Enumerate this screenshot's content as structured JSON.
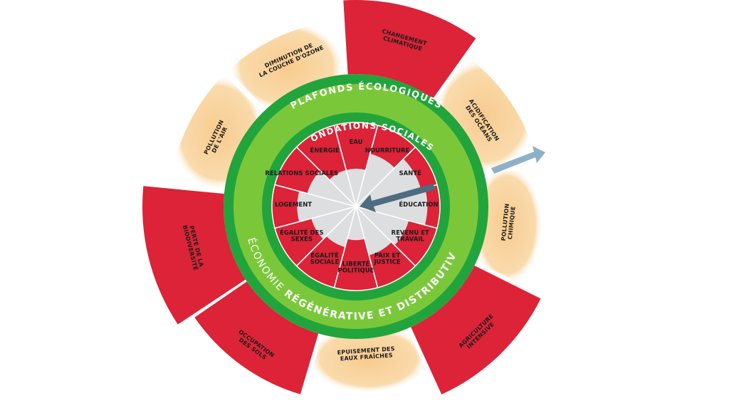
{
  "diagram": {
    "outer_ring_title": "PLAFONDS ÉCOLOGIQUES",
    "inner_ring_title": "FONDATIONS SOCIALES",
    "middle_band_label_1": "ÉCONOMIE",
    "middle_band_label_2": "RÉGÉNÉRATIVE ET DISTRIBUTIVE",
    "ecological_ceilings": [
      {
        "lines": [
          "CHANGEMENT",
          "CLIMATIQUE"
        ],
        "status": "overshoot"
      },
      {
        "lines": [
          "ACIDIFICATION",
          "DES OCÉANS"
        ],
        "status": "within"
      },
      {
        "lines": [
          "POLLUTION",
          "CHIMIQUE"
        ],
        "status": "within"
      },
      {
        "lines": [
          "AGRICULTURE",
          "INTENSIVE"
        ],
        "status": "overshoot"
      },
      {
        "lines": [
          "EPUISEMENT DES",
          "EAUX FRAÎCHES"
        ],
        "status": "within"
      },
      {
        "lines": [
          "OCCUPATION",
          "DES SOLS"
        ],
        "status": "overshoot"
      },
      {
        "lines": [
          "PERTE DE LA",
          "BIODIVERSITÉ"
        ],
        "status": "overshoot"
      },
      {
        "lines": [
          "POLLUTION",
          "DE L'AIR"
        ],
        "status": "within"
      },
      {
        "lines": [
          "DIMINUTION DE",
          "LA COUCHE D'OZONE"
        ],
        "status": "within"
      }
    ],
    "social_foundations": [
      {
        "lines": [
          "EAU"
        ]
      },
      {
        "lines": [
          "NOURRITURE"
        ]
      },
      {
        "lines": [
          "SANTÉ"
        ]
      },
      {
        "lines": [
          "ÉDUCATION"
        ]
      },
      {
        "lines": [
          "REVENU ET",
          "TRAVAIL"
        ]
      },
      {
        "lines": [
          "PAIX ET",
          "JUSTICE"
        ]
      },
      {
        "lines": [
          "LIBERTÉ",
          "POLITIQUE"
        ]
      },
      {
        "lines": [
          "ÉGALITÉ",
          "SOCIALE"
        ]
      },
      {
        "lines": [
          "ÉGALITÉ DES",
          "SEXES"
        ]
      },
      {
        "lines": [
          "LOGEMENT"
        ]
      },
      {
        "lines": [
          "RELATIONS SOCIALES"
        ]
      },
      {
        "lines": [
          "ÉNERGIE"
        ]
      }
    ],
    "colors": {
      "overshoot": "#dc2337",
      "within_glow": "#f6c27a",
      "green_dark": "#22a43d",
      "green_light": "#7ac83a",
      "shortfall": "#dc2337",
      "inner_fill": "#dcdee0",
      "arrow_outer": "#8fb1c8",
      "arrow_inner": "#4f6b80"
    }
  }
}
